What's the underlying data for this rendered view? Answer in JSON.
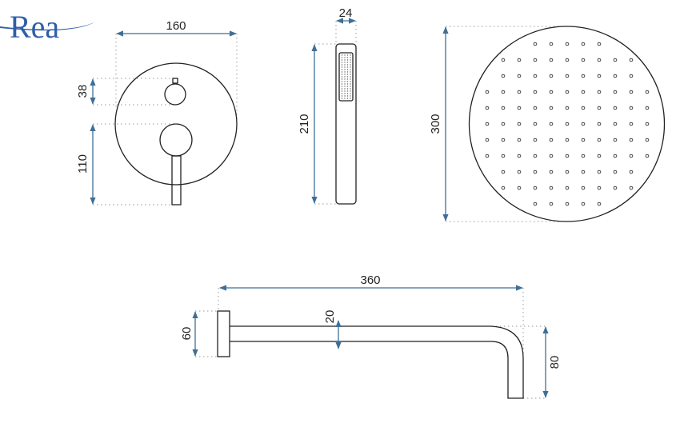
{
  "logo": {
    "text": "Rea",
    "color": "#2f5ea8"
  },
  "mixer": {
    "width_label": "160",
    "knob_offset_label": "38",
    "lever_label": "110"
  },
  "hand_shower": {
    "width_label": "24",
    "length_label": "210"
  },
  "shower_head": {
    "diameter_label": "300",
    "holes_per_row": [
      5,
      9,
      9,
      11,
      11,
      11,
      11,
      11,
      9,
      9,
      5
    ]
  },
  "shower_arm": {
    "length_label": "360",
    "flange_label": "60",
    "pipe_label": "20",
    "drop_label": "80"
  },
  "colors": {
    "dimension": "#3f6f96",
    "outline": "#222222"
  }
}
